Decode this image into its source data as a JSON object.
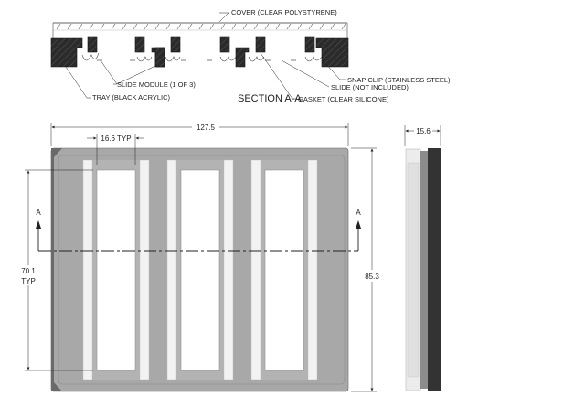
{
  "section": {
    "title": "SECTION A-A",
    "callouts": {
      "cover": "COVER (CLEAR POLYSTYRENE)",
      "slide_module": "SLIDE MODULE (1 OF 3)",
      "tray": "TRAY (BLACK ACRYLIC)",
      "snap_clip": "SNAP CLIP (STAINLESS STEEL)",
      "slide": "SLIDE (NOT INCLUDED)",
      "gasket": "GASKET (CLEAR SILICONE)"
    }
  },
  "top_view": {
    "width_dim": "127.5",
    "module_width_dim": "16.6 TYP",
    "window_height_dim": "70.1",
    "window_height_typ": "TYP",
    "height_dim": "85.3",
    "section_marker": "A"
  },
  "side_view": {
    "depth_dim": "15.6"
  },
  "colors": {
    "tray_dark": "#2f2f2f",
    "tray_gray": "#a9a9a9",
    "line": "#222222"
  }
}
